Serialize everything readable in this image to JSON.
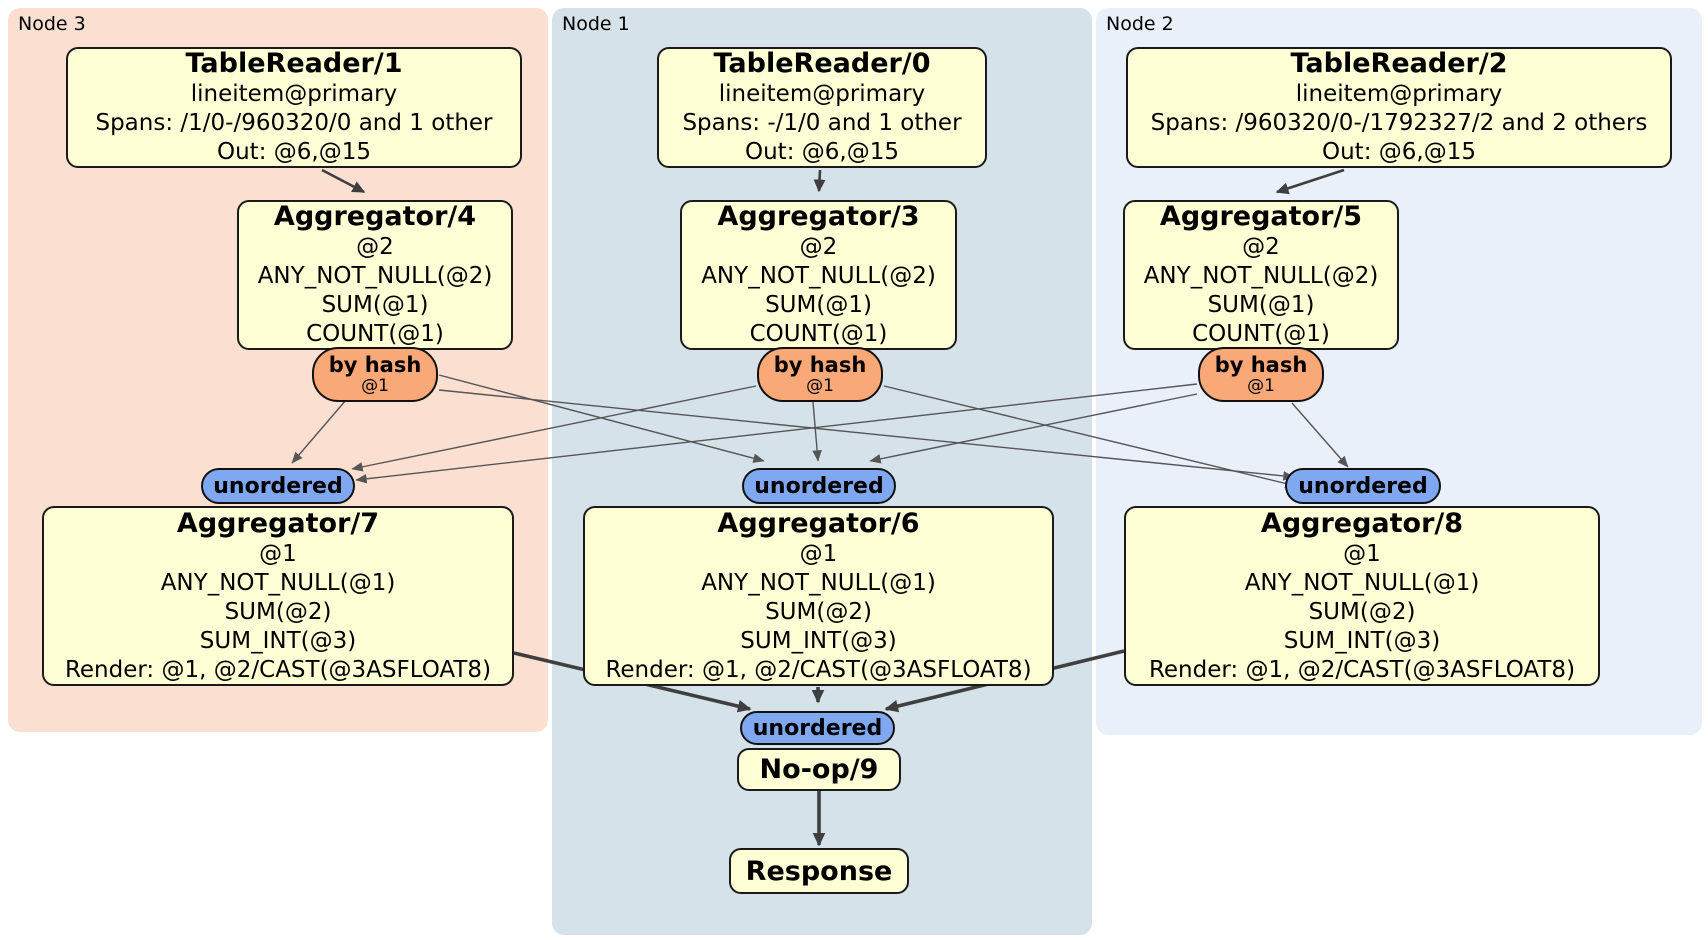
{
  "diagram": {
    "node_groups": [
      {
        "label": "Node 3",
        "table_reader": {
          "title": "TableReader/1",
          "index": "lineitem@primary",
          "spans": "Spans: /1/0-/960320/0 and 1 other",
          "out": "Out: @6,@15"
        },
        "pre_aggregator": {
          "title": "Aggregator/4",
          "group": "@2",
          "fns": [
            "ANY_NOT_NULL(@2)",
            "SUM(@1)",
            "COUNT(@1)"
          ]
        },
        "router": {
          "label": "by hash",
          "key": "@1"
        },
        "stream": {
          "label": "unordered"
        },
        "final_aggregator": {
          "title": "Aggregator/7",
          "group": "@1",
          "fns": [
            "ANY_NOT_NULL(@1)",
            "SUM(@2)",
            "SUM_INT(@3)"
          ],
          "render": "Render: @1, @2/CAST(@3ASFLOAT8)"
        }
      },
      {
        "label": "Node 1",
        "table_reader": {
          "title": "TableReader/0",
          "index": "lineitem@primary",
          "spans": "Spans: -/1/0 and 1 other",
          "out": "Out: @6,@15"
        },
        "pre_aggregator": {
          "title": "Aggregator/3",
          "group": "@2",
          "fns": [
            "ANY_NOT_NULL(@2)",
            "SUM(@1)",
            "COUNT(@1)"
          ]
        },
        "router": {
          "label": "by hash",
          "key": "@1"
        },
        "stream": {
          "label": "unordered"
        },
        "final_aggregator": {
          "title": "Aggregator/6",
          "group": "@1",
          "fns": [
            "ANY_NOT_NULL(@1)",
            "SUM(@2)",
            "SUM_INT(@3)"
          ],
          "render": "Render: @1, @2/CAST(@3ASFLOAT8)"
        }
      },
      {
        "label": "Node 2",
        "table_reader": {
          "title": "TableReader/2",
          "index": "lineitem@primary",
          "spans": "Spans: /960320/0-/1792327/2 and 2 others",
          "out": "Out: @6,@15"
        },
        "pre_aggregator": {
          "title": "Aggregator/5",
          "group": "@2",
          "fns": [
            "ANY_NOT_NULL(@2)",
            "SUM(@1)",
            "COUNT(@1)"
          ]
        },
        "router": {
          "label": "by hash",
          "key": "@1"
        },
        "stream": {
          "label": "unordered"
        },
        "final_aggregator": {
          "title": "Aggregator/8",
          "group": "@1",
          "fns": [
            "ANY_NOT_NULL(@1)",
            "SUM(@2)",
            "SUM_INT(@3)"
          ],
          "render": "Render: @1, @2/CAST(@3ASFLOAT8)"
        }
      }
    ],
    "sink": {
      "stream": "unordered",
      "processor": "No-op/9",
      "response": "Response"
    }
  },
  "colors": {
    "node3_region": "#FBE0D2",
    "node1_region": "#D5E2EA",
    "node2_region": "#EAF0FA",
    "processor_box": "#FFFFD6",
    "router_pill": "#F9A877",
    "stream_pill": "#7FA8F0",
    "edge_thin": "#555555",
    "edge_bold": "#3F3F3F"
  }
}
